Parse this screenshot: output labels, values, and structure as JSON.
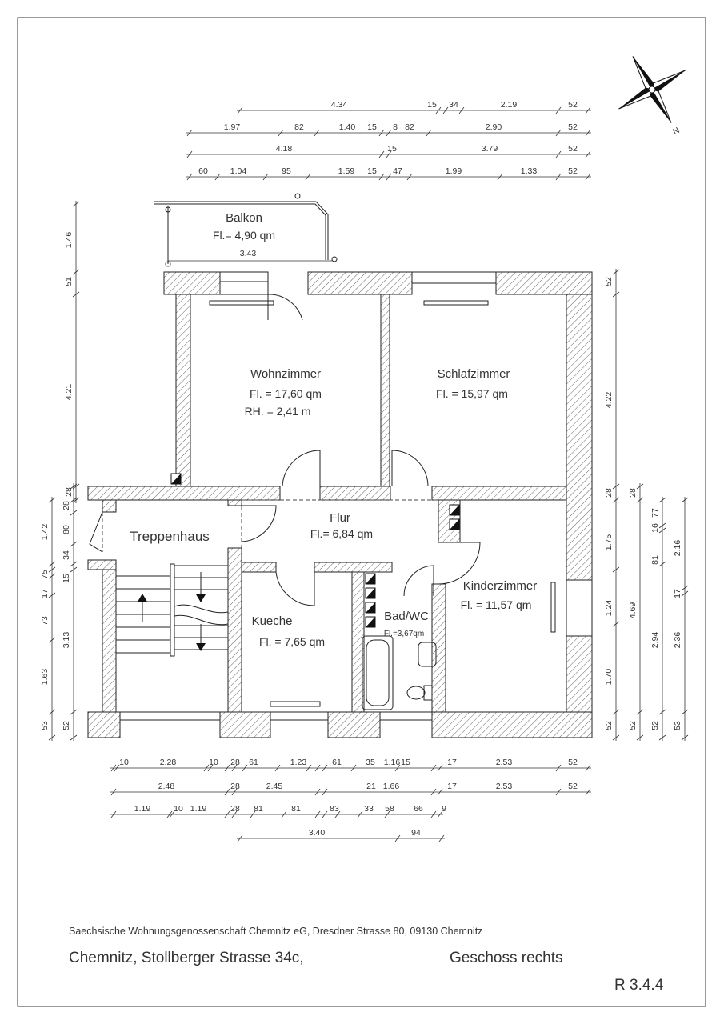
{
  "rooms": {
    "balkon": {
      "name": "Balkon",
      "area": "Fl.= 4,90 qm",
      "width": "3.43"
    },
    "wohnzimmer": {
      "name": "Wohnzimmer",
      "area": "Fl. = 17,60 qm",
      "height": "RH. = 2,41 m"
    },
    "schlafzimmer": {
      "name": "Schlafzimmer",
      "area": "Fl. = 15,97 qm"
    },
    "flur": {
      "name": "Flur",
      "area": "Fl.= 6,84 qm"
    },
    "treppenhaus": {
      "name": "Treppenhaus"
    },
    "kueche": {
      "name": "Kueche",
      "area": "Fl. = 7,65 qm"
    },
    "bad": {
      "name": "Bad/WC",
      "area": "Fl.=3,67qm"
    },
    "kinderzimmer": {
      "name": "Kinderzimmer",
      "area": "Fl. = 11,57 qm"
    }
  },
  "dims": {
    "top": [
      [
        "4.34",
        "15",
        "34",
        "2.19",
        "52"
      ],
      [
        "1.97",
        "82",
        "1.40",
        "15",
        "8",
        "82",
        "2.90",
        "52"
      ],
      [
        "4.18",
        "15",
        "3.79",
        "52"
      ],
      [
        "60",
        "1.04",
        "95",
        "1.59",
        "15",
        "47",
        "1.99",
        "1.33",
        "52"
      ]
    ],
    "bottom": [
      [
        "10",
        "2.28",
        "10",
        "28",
        "61",
        "1.23",
        "61",
        "35",
        "1.16",
        "15",
        "17",
        "2.53",
        "52"
      ],
      [
        "2.48",
        "28",
        "2.45",
        "21",
        "1.66",
        "17",
        "2.53",
        "52"
      ],
      [
        "1.19",
        "10",
        "1.19",
        "28",
        "81",
        "81",
        "83",
        "33",
        "58",
        "66",
        "9"
      ],
      [
        "3.40",
        "94"
      ]
    ],
    "left": [
      [
        "1.46",
        "51",
        "4.21",
        "28"
      ],
      [
        "1.42",
        "75",
        "17",
        "73",
        "1.63",
        "53"
      ],
      [
        "28",
        "80",
        "34",
        "15",
        "3.13",
        "52"
      ]
    ],
    "right": [
      [
        "52",
        "4.22",
        "28",
        "1.75",
        "1.24",
        "1.70",
        "52"
      ],
      [
        "28",
        "4.69",
        "52"
      ],
      [
        "77",
        "16",
        "81",
        "2.94",
        "52"
      ],
      [
        "2.16",
        "17",
        "2.36",
        "53"
      ]
    ]
  },
  "compass": {
    "north_label": "N",
    "icon": "compass-rose-icon"
  },
  "footer": {
    "owner": "Saechsische Wohnungsgenossenschaft Chemnitz eG, Dresdner Strasse 80,  09130 Chemnitz",
    "address": "Chemnitz, Stollberger Strasse 34c,",
    "floor": "Geschoss rechts",
    "code": "R 3.4.4"
  }
}
